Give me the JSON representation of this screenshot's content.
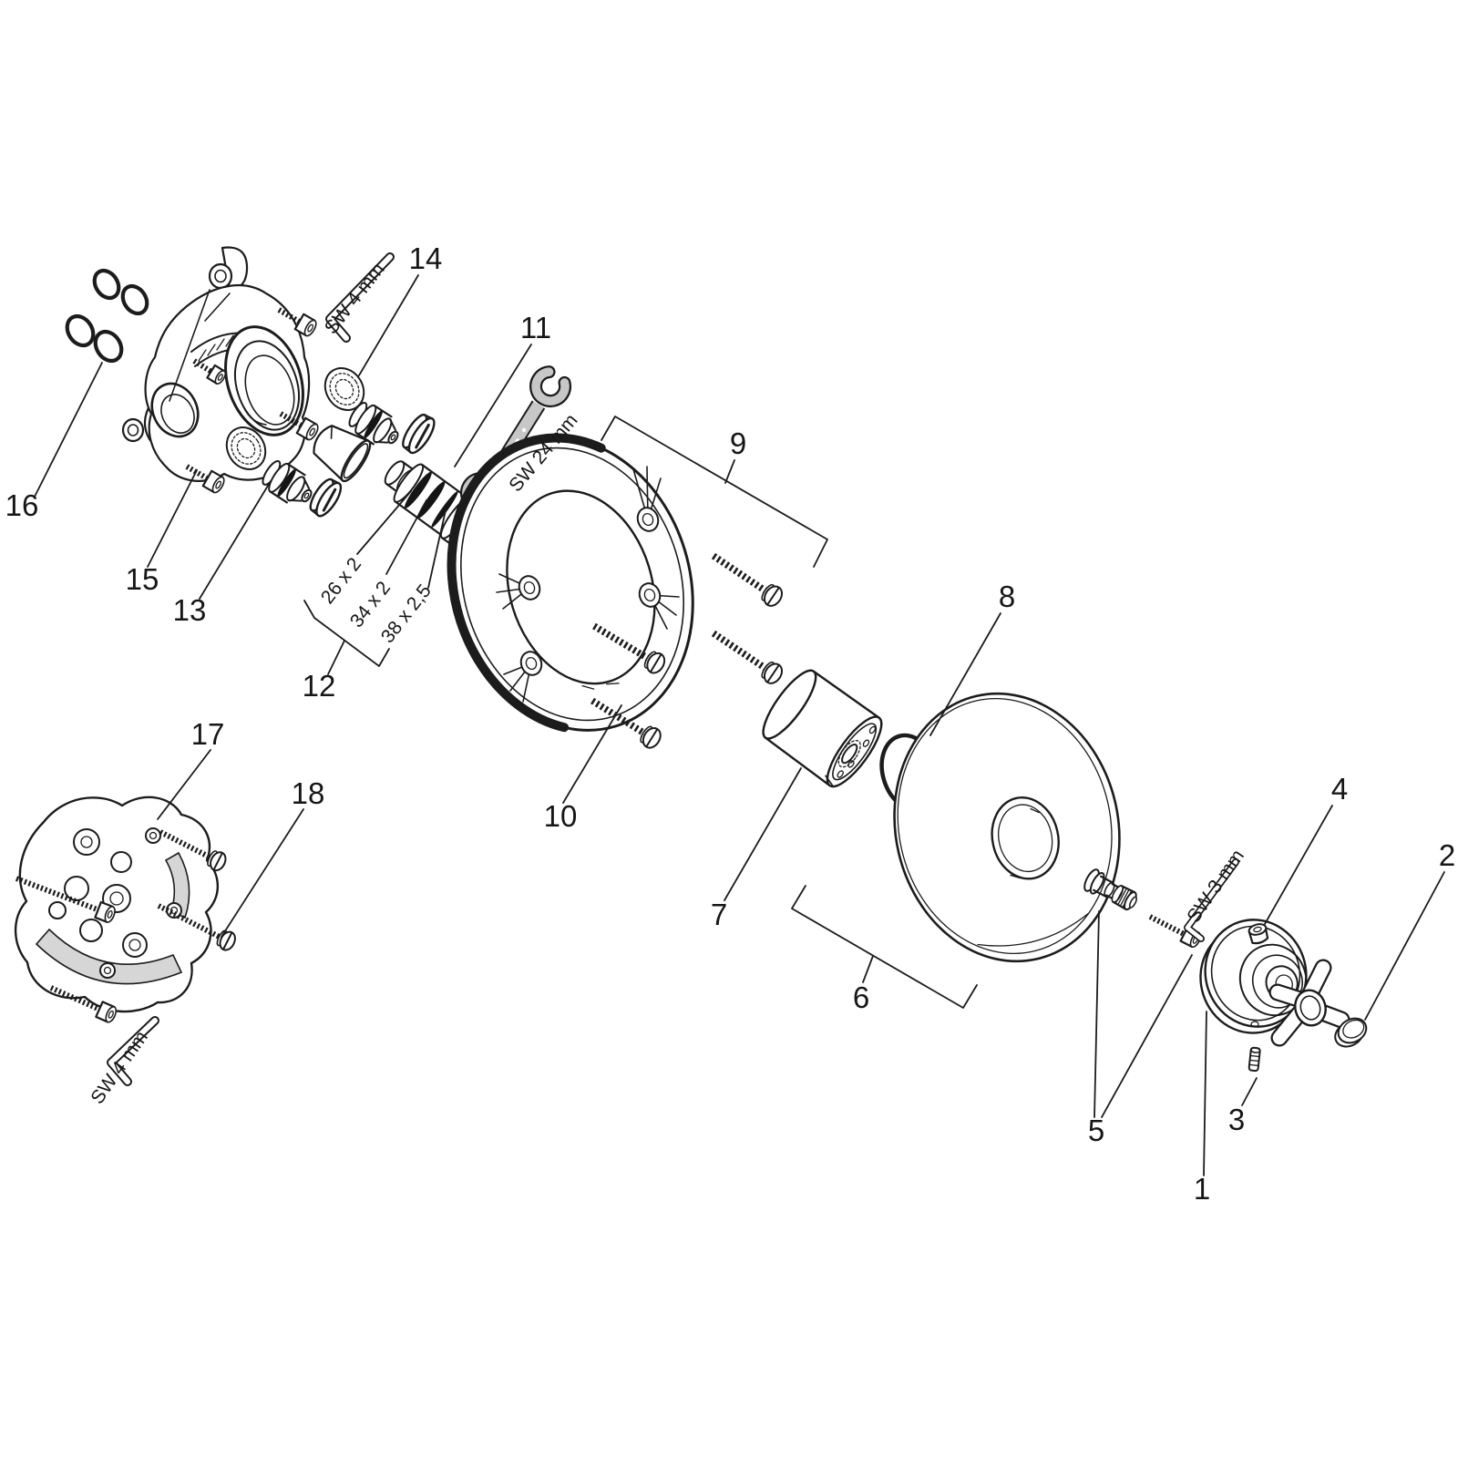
{
  "diagram": {
    "kind": "exploded-assembly-parts-diagram",
    "subject": "concealed thermostatic mixing valve with cross handle",
    "colors": {
      "background": "#ffffff",
      "line": "#1c1c1c",
      "tool_fill": "#c7c7c7",
      "shade_fill": "#d6d6d6",
      "seal_band": "#151515"
    },
    "part_labels": {
      "p1": "1",
      "p2": "2",
      "p3": "3",
      "p4": "4",
      "p5": "5",
      "p6": "6",
      "p7": "7",
      "p8": "8",
      "p9": "9",
      "p10": "10",
      "p11": "11",
      "p12": "12",
      "p13": "13",
      "p14": "14",
      "p15": "15",
      "p16": "16",
      "p17": "17",
      "p18": "18"
    },
    "tool_labels": {
      "allen_key_top": "SW 4 mm",
      "open_end_wrench": "SW 24 mm",
      "allen_key_handle": "SW 3 mm",
      "allen_key_bottom": "SW 4 mm"
    },
    "seal_labels": {
      "seal_26": "26 x 2",
      "seal_34": "34 x 2",
      "seal_38": "38 x 2,5"
    }
  }
}
